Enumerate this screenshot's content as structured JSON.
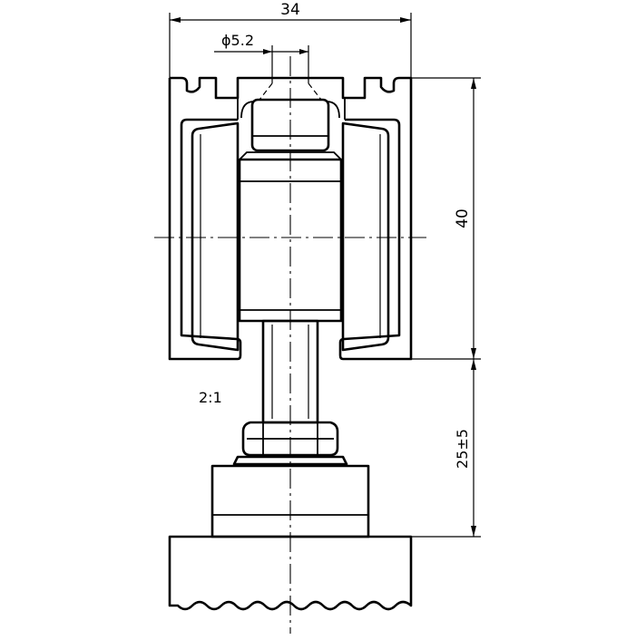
{
  "dimensions": {
    "width_label": "34",
    "bore_label": "ϕ5.2",
    "height_label": "40",
    "adjust_label": "25±5"
  },
  "scale_label": "2:1"
}
